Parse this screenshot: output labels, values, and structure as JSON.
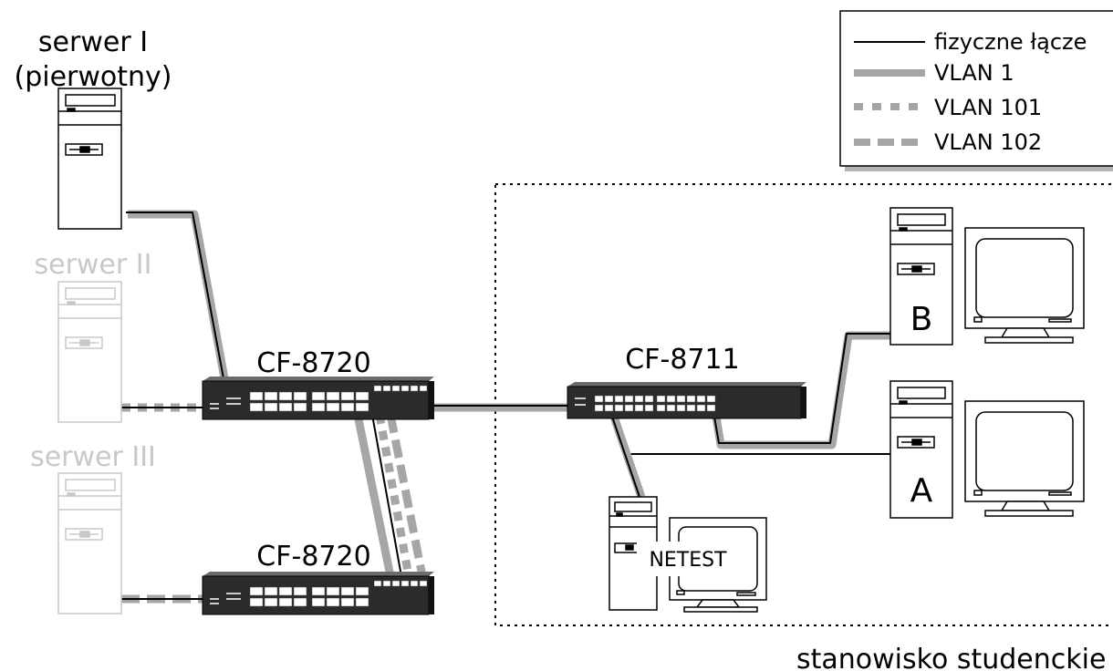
{
  "labels": {
    "server1": "serwer I",
    "server1_sub": "(pierwotny)",
    "server2": "serwer II",
    "server3": "serwer III",
    "switch_top": "CF-8720",
    "switch_bottom": "CF-8720",
    "switch_right": "CF-8711",
    "pc_b": "B",
    "pc_a": "A",
    "netest": "NETEST",
    "workstation_area": "stanowisko studenckie"
  },
  "legend": {
    "items": [
      {
        "style": "physical",
        "label": "fizyczne łącze"
      },
      {
        "style": "vlan1",
        "label": "VLAN 1"
      },
      {
        "style": "vlan101",
        "label": "VLAN 101"
      },
      {
        "style": "vlan102",
        "label": "VLAN 102"
      }
    ]
  },
  "colors": {
    "physical": "#000000",
    "vlan": "#a6a6a6",
    "inactive": "#c8c8c8",
    "switch_body": "#2b2b2b"
  }
}
